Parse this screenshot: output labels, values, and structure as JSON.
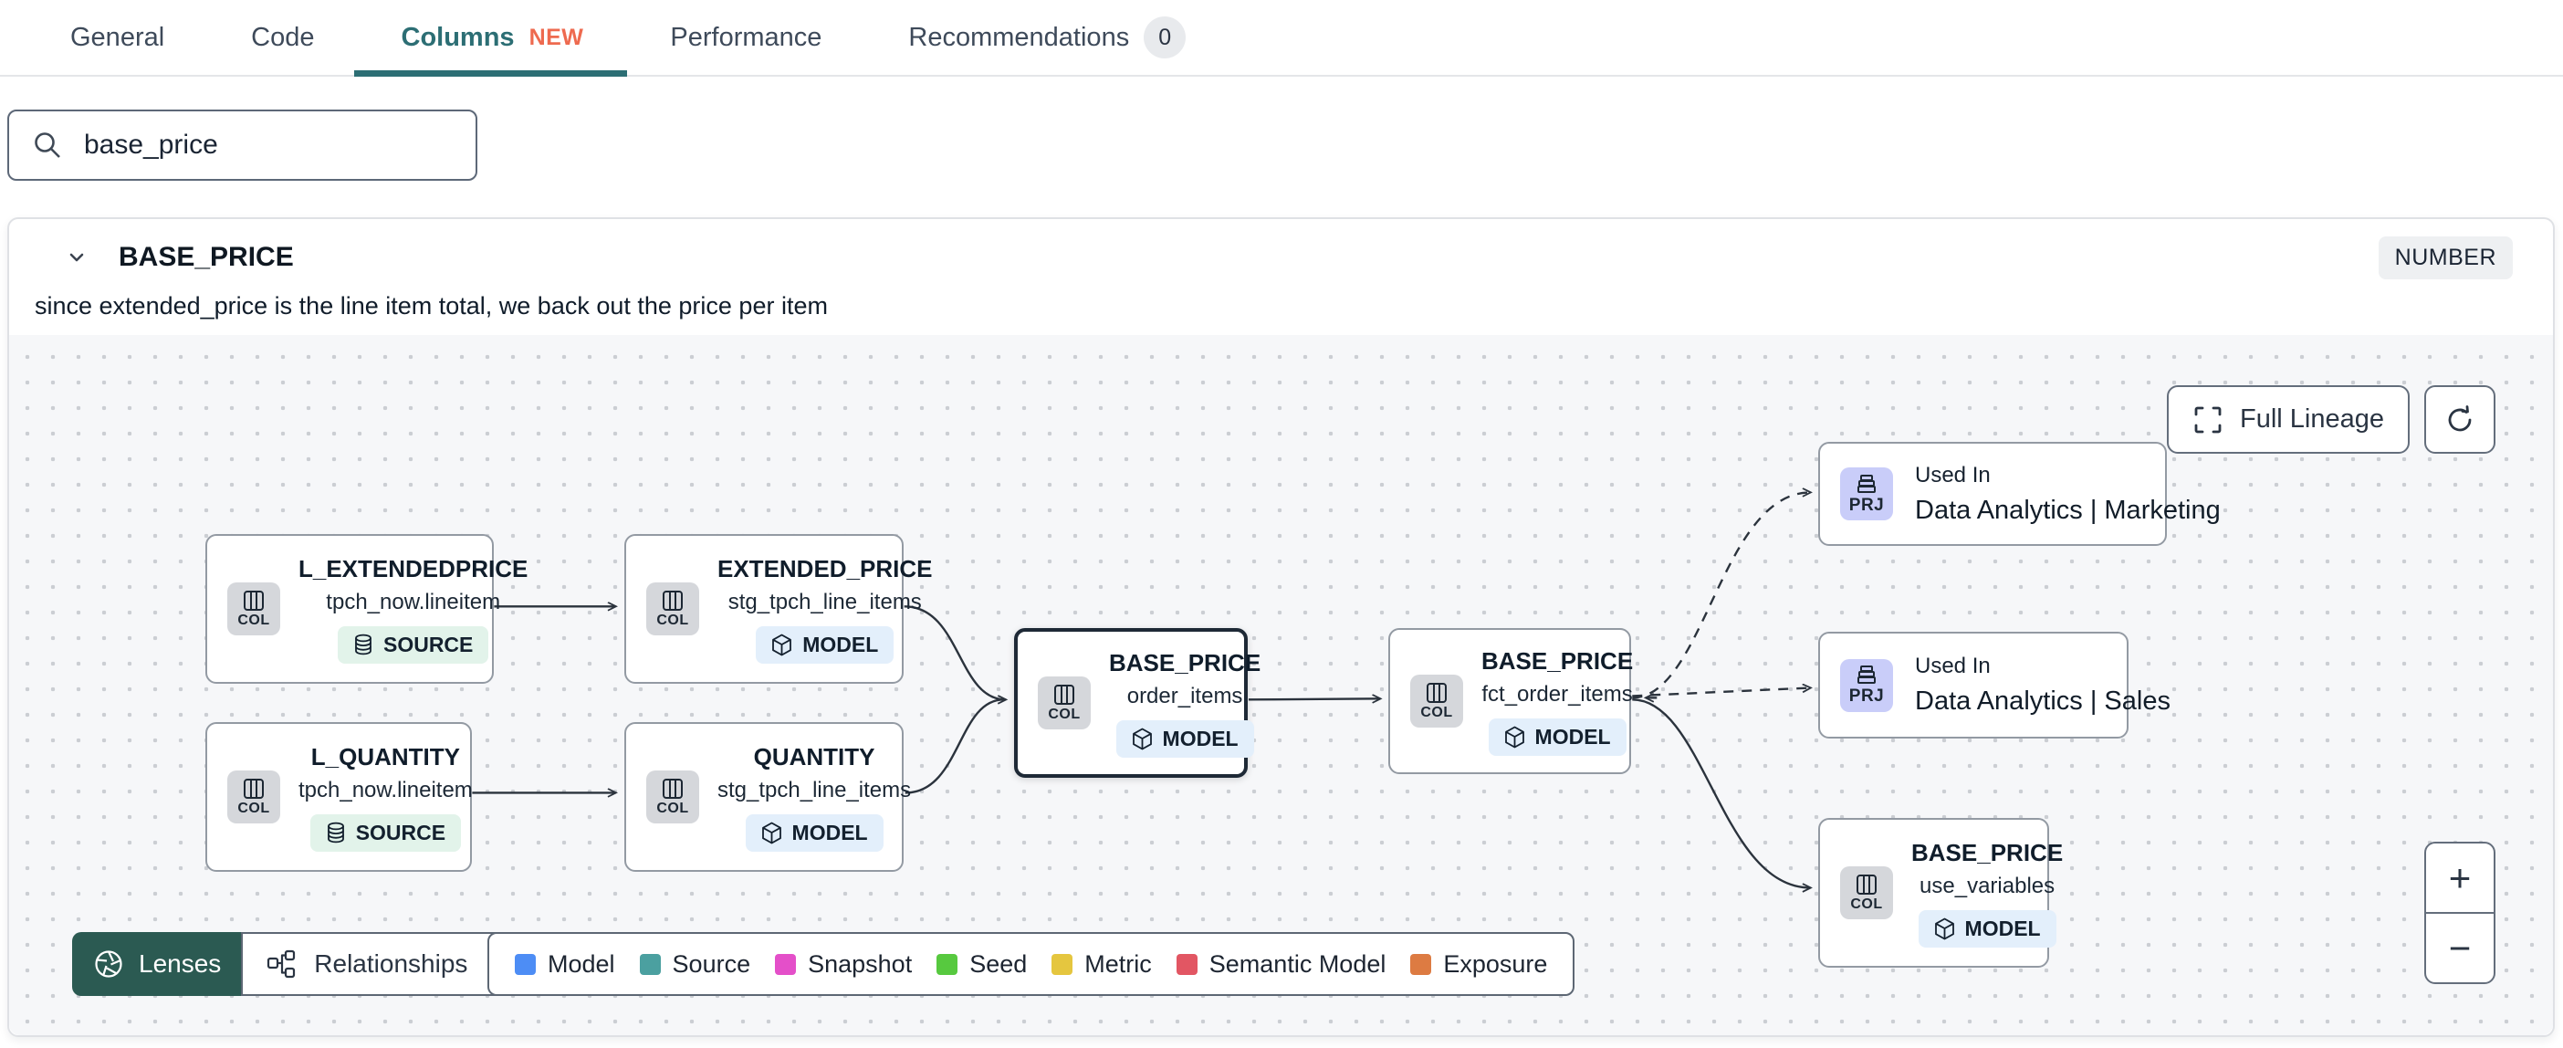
{
  "tabs": {
    "items": [
      {
        "label": "General"
      },
      {
        "label": "Code"
      },
      {
        "label": "Columns",
        "badge": "NEW"
      },
      {
        "label": "Performance"
      },
      {
        "label": "Recommendations",
        "count": "0"
      }
    ]
  },
  "search": {
    "value": "base_price"
  },
  "column": {
    "name": "BASE_PRICE",
    "type": "NUMBER",
    "description": "since extended_price is the line item total, we back out the price per item"
  },
  "lineage": {
    "nodes": [
      {
        "title": "L_EXTENDEDPRICE",
        "subtitle": "tpch_now.lineitem",
        "tile": "COL",
        "badge": "SOURCE"
      },
      {
        "title": "EXTENDED_PRICE",
        "subtitle": "stg_tpch_line_items",
        "tile": "COL",
        "badge": "MODEL"
      },
      {
        "title": "L_QUANTITY",
        "subtitle": "tpch_now.lineitem",
        "tile": "COL",
        "badge": "SOURCE"
      },
      {
        "title": "QUANTITY",
        "subtitle": "stg_tpch_line_items",
        "tile": "COL",
        "badge": "MODEL"
      },
      {
        "title": "BASE_PRICE",
        "subtitle": "order_items",
        "tile": "COL",
        "badge": "MODEL"
      },
      {
        "title": "BASE_PRICE",
        "subtitle": "fct_order_items",
        "tile": "COL",
        "badge": "MODEL"
      },
      {
        "title": "Used In",
        "subtitle": "Data Analytics | Marketing",
        "tile": "PRJ"
      },
      {
        "title": "Used In",
        "subtitle": "Data Analytics | Sales",
        "tile": "PRJ"
      },
      {
        "title": "BASE_PRICE",
        "subtitle": "use_variables",
        "tile": "COL",
        "badge": "MODEL"
      }
    ],
    "controls": {
      "full_lineage": "Full Lineage",
      "zoom_in": "+",
      "zoom_out": "−"
    },
    "toolbar": {
      "lenses": "Lenses",
      "relationships": "Relationships"
    },
    "legend": [
      {
        "label": "Model",
        "color": "#4D8DF5"
      },
      {
        "label": "Source",
        "color": "#4BA0A0"
      },
      {
        "label": "Snapshot",
        "color": "#E44FC9"
      },
      {
        "label": "Seed",
        "color": "#57C93F"
      },
      {
        "label": "Metric",
        "color": "#E5C63F"
      },
      {
        "label": "Semantic Model",
        "color": "#E25663"
      },
      {
        "label": "Exposure",
        "color": "#DD7B42"
      }
    ]
  }
}
